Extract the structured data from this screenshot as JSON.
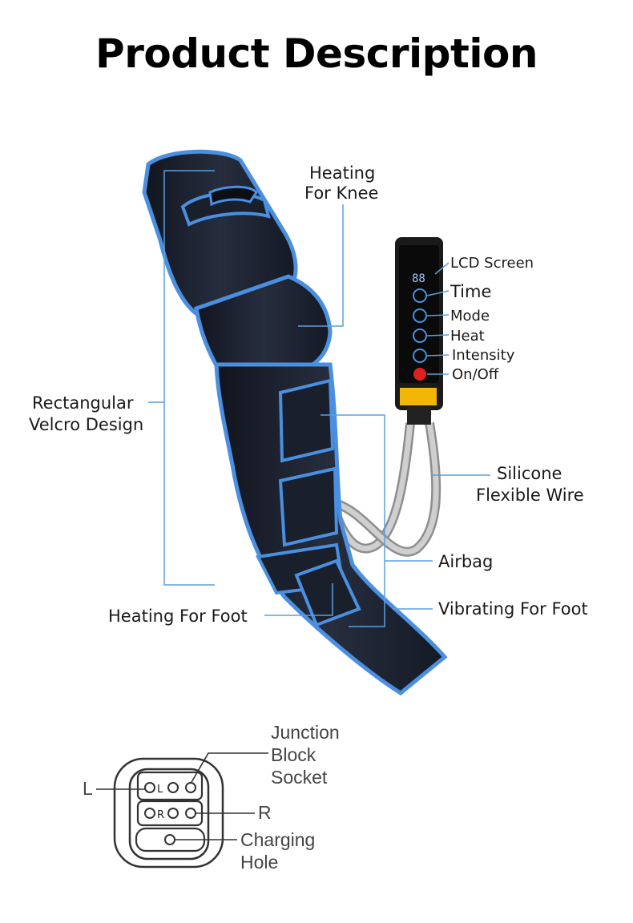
{
  "header": {
    "title": "Product Description"
  },
  "labels": {
    "heating_knee_1": "Heating",
    "heating_knee_2": "For Knee",
    "velcro_1": "Rectangular",
    "velcro_2": "Velcro Design",
    "lcd": "LCD Screen",
    "time": "Time",
    "mode": "Mode",
    "heat": "Heat",
    "intensity": "Intensity",
    "onoff": "On/Off",
    "silicone_1": "Silicone",
    "silicone_2": "Flexible Wire",
    "airbag": "Airbag",
    "heating_foot": "Heating For Foot",
    "vibrating_foot": "Vibrating For Foot"
  },
  "socket": {
    "junction_1": "Junction",
    "junction_2": "Block",
    "junction_3": "Socket",
    "left": "L",
    "right": "R",
    "charging_1": "Charging",
    "charging_2": "Hole",
    "port_l": "L",
    "port_r": "R"
  },
  "controller": {
    "display": "88"
  },
  "colors": {
    "trim": "#4a8fe0",
    "body": "#1c2230",
    "leader": "#5aa0dd",
    "power": "#e02020"
  }
}
